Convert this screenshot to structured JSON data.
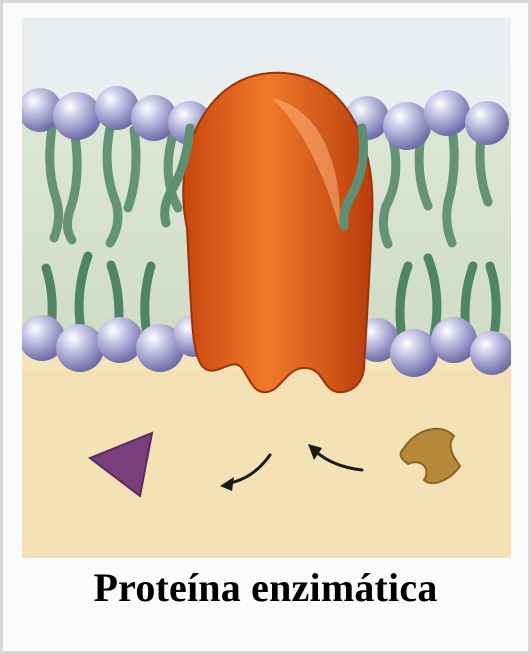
{
  "figure": {
    "caption": "Proteína enzimática",
    "colors": {
      "protein": "#e0561c",
      "membrane_tails": "#6b9a7c",
      "phospholipid_head": "#8f8ec6",
      "substrate_triangle": "#7b3f7c",
      "substrate_shape": "#b78a3a",
      "cytoplasm": "#f3dfb1",
      "arrow": "#1a1a1a"
    },
    "icons": [
      "enzyme-protein",
      "phospholipid-bilayer",
      "substrate-triangle",
      "substrate-molecule",
      "reaction-arrows"
    ]
  }
}
